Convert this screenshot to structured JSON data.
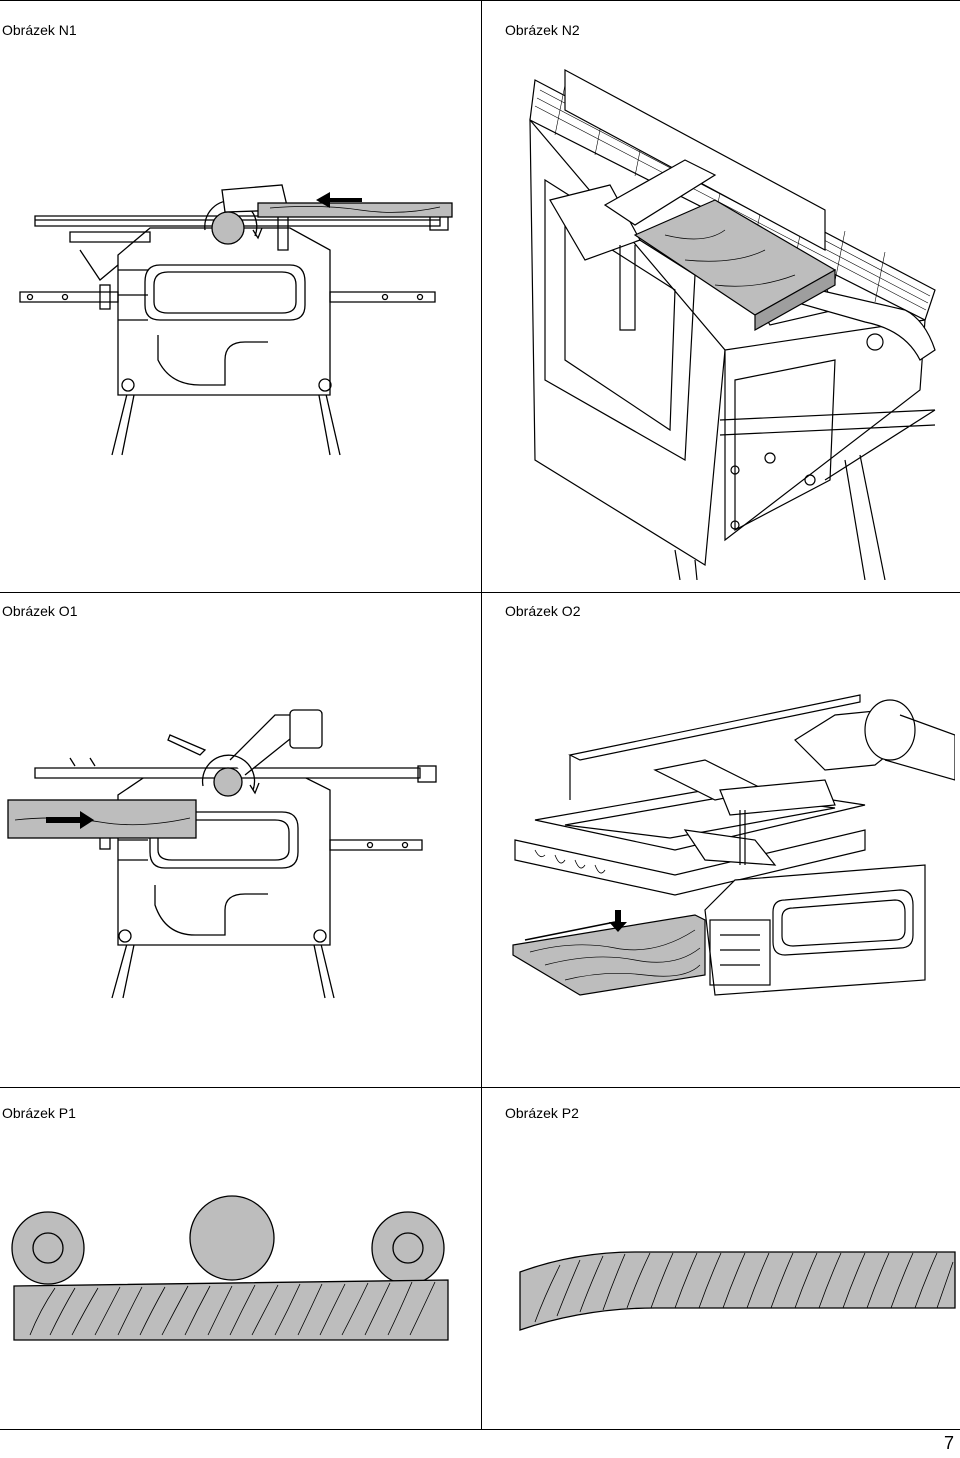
{
  "figures": [
    {
      "id": "N1",
      "caption": "Obrázek N1"
    },
    {
      "id": "N2",
      "caption": "Obrázek N2"
    },
    {
      "id": "O1",
      "caption": "Obrázek O1"
    },
    {
      "id": "O2",
      "caption": "Obrázek O2"
    },
    {
      "id": "P1",
      "caption": "Obrázek P1"
    },
    {
      "id": "P2",
      "caption": "Obrázek P2"
    }
  ],
  "page": {
    "number": "7"
  },
  "colors": {
    "line": "#000000",
    "wood": "#bdbdbd",
    "fill": "#ffffff"
  }
}
